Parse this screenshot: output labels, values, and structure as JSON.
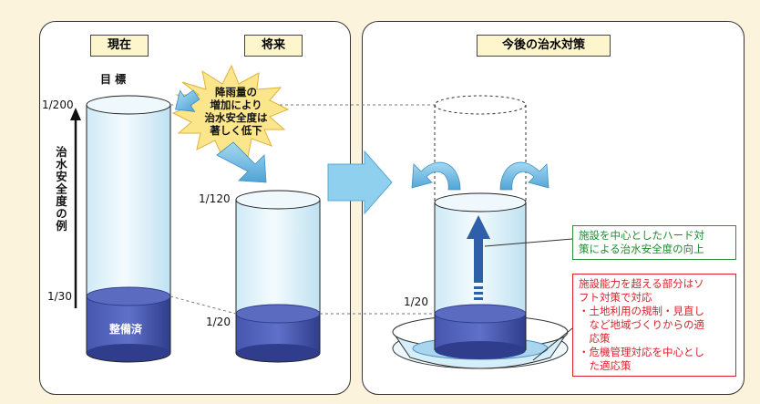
{
  "left_panel": {
    "current_header": "現在",
    "future_header": "将来",
    "target_label": "目 標",
    "axis_vertical_label": "治水安全度の例",
    "tick_200": "1/200",
    "tick_30": "1/30",
    "tick_120": "1/120",
    "tick_20": "1/20",
    "filled_label": "整備済",
    "burst_text": [
      "降雨量の",
      "増加により",
      "治水安全度は",
      "著しく低下"
    ]
  },
  "right_panel": {
    "header": "今後の治水対策",
    "tick_20": "1/20",
    "hard_callout": [
      "施設を中心としたハード対",
      "策による治水安全度の向上"
    ],
    "soft_callout": [
      "施設能力を超える部分はソ",
      "フト対策で対応",
      "・土地利用の規制・見直し",
      "　など地域づくりからの適",
      "　応策",
      "・危機管理対応を中心とし",
      "　た適応策"
    ]
  },
  "colors": {
    "background": "#fbf3dc",
    "header_fill": "#fdf6cc",
    "water_dark": "#3a4aa0",
    "cylinder_light": "#e3f4fb",
    "arrow_blue": "#7cc3e6",
    "burst_yellow": "#fbe68c",
    "green_text": "#1e8a2e",
    "red_text": "#d8222a"
  }
}
